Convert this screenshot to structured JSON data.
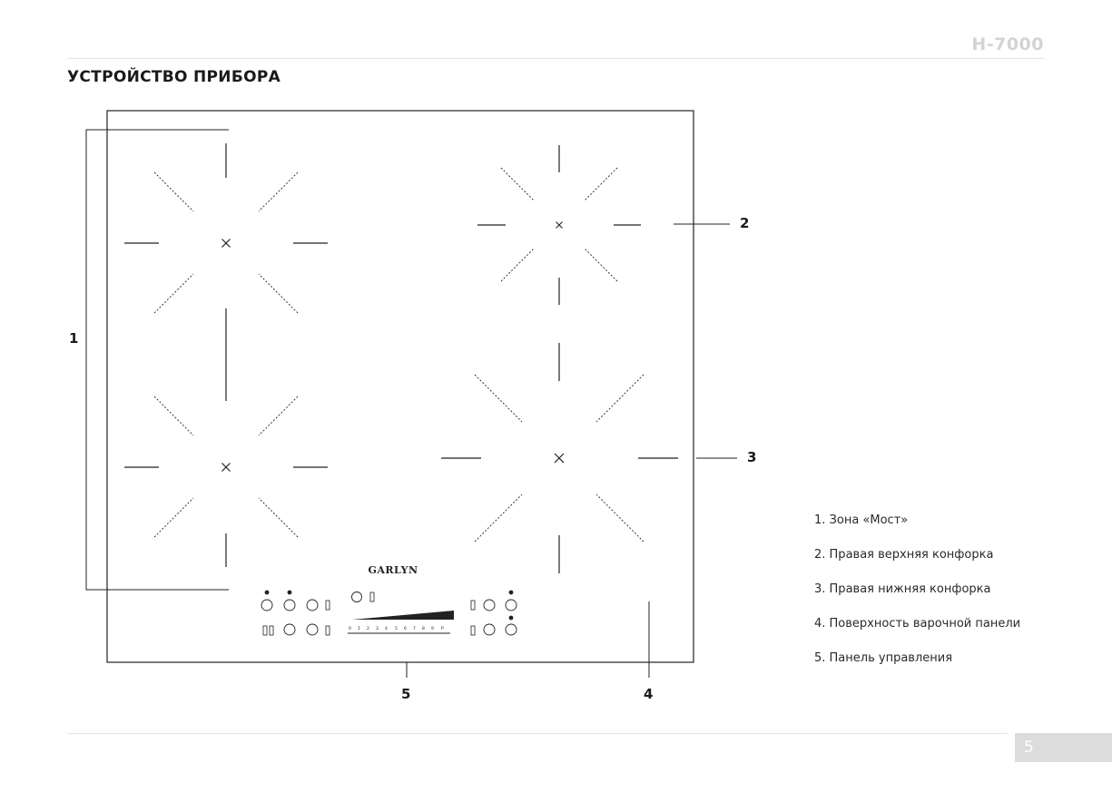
{
  "header": {
    "model": "H-7000",
    "title": "УСТРОЙСТВО ПРИБОРА"
  },
  "diagram": {
    "brand": "GARLYN",
    "callouts": [
      "1",
      "2",
      "3",
      "4",
      "5"
    ],
    "scale_labels": [
      "0",
      "1",
      "2",
      "3",
      "4",
      "5",
      "6",
      "7",
      "8",
      "9",
      "P"
    ]
  },
  "legend": {
    "items": [
      "1. Зона «Мост»",
      "2. Правая верхняя конфорка",
      "3. Правая нижняя конфорка",
      "4. Поверхность варочной панели",
      "5. Панель управления"
    ]
  },
  "footer": {
    "page_number": "5"
  }
}
